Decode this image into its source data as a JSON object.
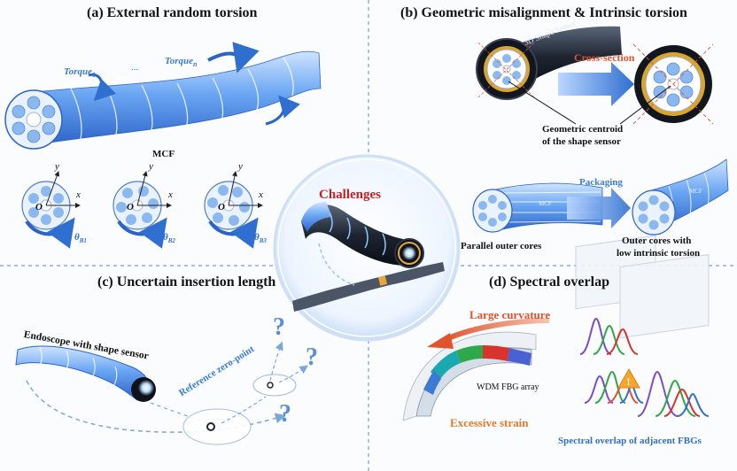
{
  "panels": {
    "a": {
      "title": "(a) External random torsion",
      "torque_1": "Torque",
      "torque_1_sub": "1",
      "ellipsis": "...",
      "torque_n": "Torque",
      "torque_n_sub": "n",
      "fiber_label": "MCF",
      "theta_labels": [
        {
          "sym": "θ",
          "sub": "B1"
        },
        {
          "sym": "θ",
          "sub": "B2"
        },
        {
          "sym": "θ",
          "sub": "B3"
        }
      ],
      "axis_x": "x",
      "axis_y": "y",
      "origin": "O"
    },
    "b": {
      "title": "(b) Geometric misalignment & Intrinsic torsion",
      "sheath_text": "3D Shape Sensor",
      "cross_section": "Cross-section",
      "centroid_line1": "Geometric centroid",
      "centroid_line2": "of the shape sensor",
      "packaging": "Packaging",
      "parallel": "Parallel outer cores",
      "outer_line1": "Outer cores with",
      "outer_line2": "low intrinsic torsion",
      "mcf_tag": "MCF"
    },
    "c": {
      "title": "(c) Uncertain insertion length",
      "endoscope": "Endoscope with shape sensor",
      "reference": "Reference zero-point",
      "question": "?"
    },
    "d": {
      "title": "(d) Spectral overlap",
      "large_curvature": "Large curvature",
      "wdm": "WDM FBG array",
      "excessive_strain": "Excessive strain",
      "spectral": "Spectral overlap of adjacent FBGs"
    },
    "center": {
      "challenges": "Challenges"
    }
  },
  "colors": {
    "accent_blue": "#3a7bd5",
    "challenge_red": "#c81e1e",
    "curvature_red": "#e2532d",
    "strain_orange": "#e27a2a",
    "spectral_blue": "#2f6fd0"
  }
}
